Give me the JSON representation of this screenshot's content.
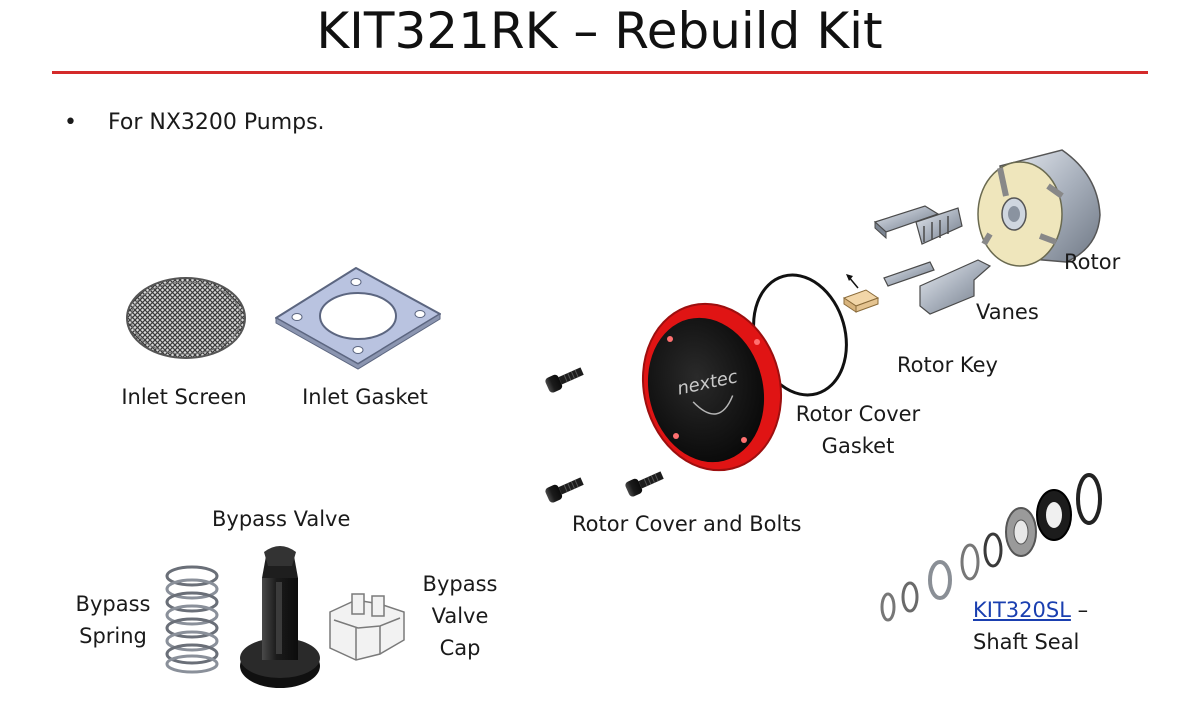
{
  "slide": {
    "title": "KIT321RK – Rebuild Kit",
    "bullet": "For NX3200 Pumps.",
    "bullet_marker": "•",
    "accent_color": "#d42a2a"
  },
  "parts": {
    "inlet_screen": "Inlet Screen",
    "inlet_gasket": "Inlet Gasket",
    "rotor": "Rotor",
    "vanes": "Vanes",
    "rotor_key": "Rotor Key",
    "rotor_cover_gasket_line1": "Rotor Cover",
    "rotor_cover_gasket_line2": "Gasket",
    "rotor_cover_bolts": "Rotor Cover and Bolts",
    "bypass_valve": "Bypass Valve",
    "bypass_spring_line1": "Bypass",
    "bypass_spring_line2": "Spring",
    "bypass_cap_line1": "Bypass",
    "bypass_cap_line2": "Valve",
    "bypass_cap_line3": "Cap",
    "shaft_seal_link": "KIT320SL",
    "shaft_seal_dash": " –",
    "shaft_seal_line2": "Shaft Seal"
  },
  "cover_logo": "nextec",
  "icons": [
    "inlet-screen-icon",
    "inlet-gasket-icon",
    "rotor-icon",
    "vanes-icon",
    "rotor-key-icon",
    "rotor-cover-gasket-icon",
    "rotor-cover-icon",
    "bolt-icon",
    "bypass-valve-icon",
    "bypass-spring-icon",
    "bypass-valve-cap-icon",
    "shaft-seal-icon"
  ]
}
